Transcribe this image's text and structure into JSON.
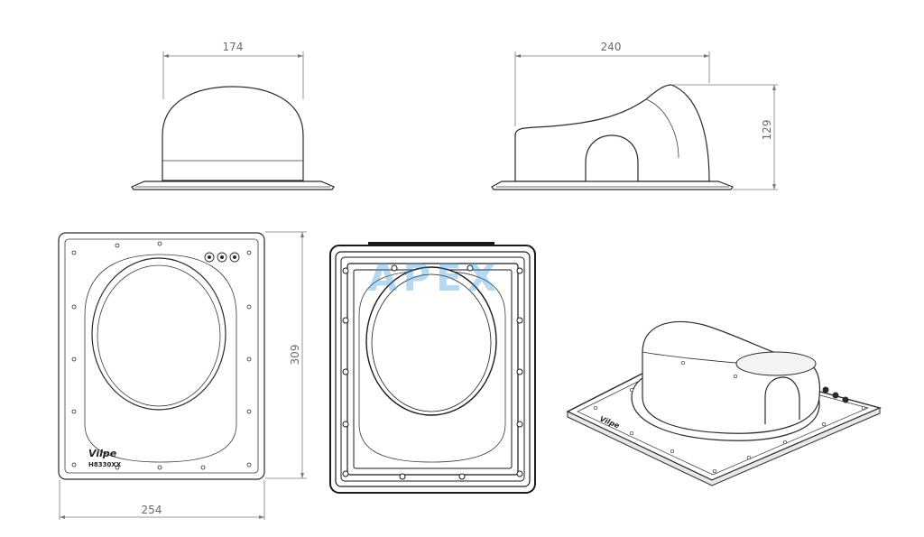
{
  "dimensions": {
    "front_width": "174",
    "side_width": "240",
    "side_height": "129",
    "plan_height": "309",
    "plan_width": "254"
  },
  "labels": {
    "brand": "Vilpe",
    "model": "H8330XX",
    "watermark": "APEX"
  },
  "colors": {
    "line": "#2a2a2a",
    "dimension": "#7a7a7a",
    "watermark": "#2f8fd8"
  }
}
